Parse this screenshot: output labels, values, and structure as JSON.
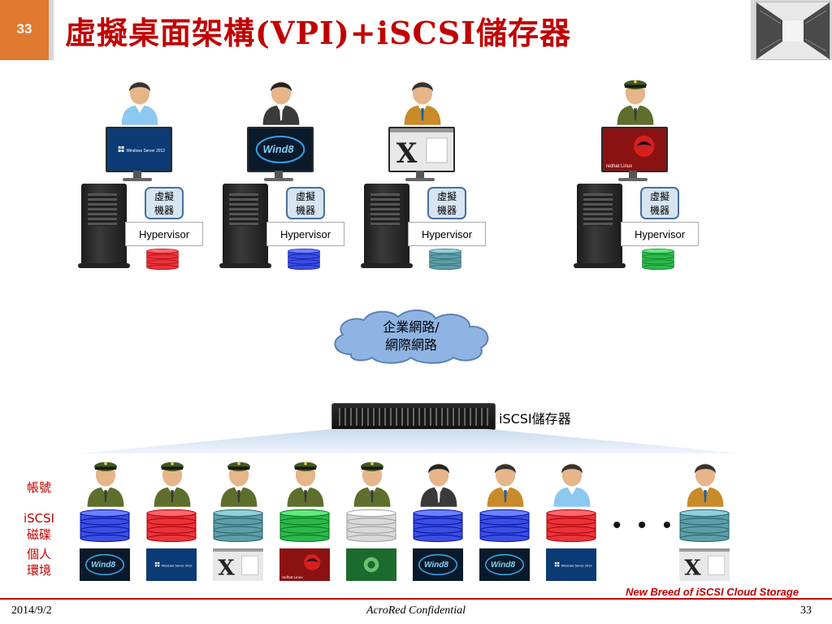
{
  "header": {
    "slide_number": "33",
    "title": "虛擬桌面架構(VPI)+iSCSI儲存器"
  },
  "hosts": [
    {
      "vm_label": "虛擬\n機器",
      "hypervisor_label": "Hypervisor",
      "screen": "windows-server-2012",
      "screen_text": "Windows Server 2012",
      "user": "light-blue-shirt-user",
      "disk_color": "#e8343c"
    },
    {
      "vm_label": "虛擬\n機器",
      "hypervisor_label": "Hypervisor",
      "screen": "windows-8",
      "screen_text": "Wind8",
      "user": "dark-suit-user",
      "disk_color": "#3c4ee0"
    },
    {
      "vm_label": "虛擬\n機器",
      "hypervisor_label": "Hypervisor",
      "screen": "mac-os-x",
      "screen_text": "X",
      "user": "orange-jacket-user",
      "disk_color": "#5f9ea8"
    },
    {
      "vm_label": "虛擬\n機器",
      "hypervisor_label": "Hypervisor",
      "screen": "redhat-linux",
      "screen_text": "redhat Linux",
      "user": "soldier-user",
      "disk_color": "#2fb64f"
    }
  ],
  "network": {
    "label": "企業網路/\n網際網路"
  },
  "storage": {
    "label": "iSCSI儲存器"
  },
  "row_labels": {
    "account": "帳號",
    "iscsi_disk": "iSCSI\n磁碟",
    "personal_env": "個人\n環境"
  },
  "accounts": [
    {
      "user": "soldier-user",
      "disk_color": "#3c4ee0",
      "env": "windows-8",
      "env_text": "Wind8"
    },
    {
      "user": "soldier-user",
      "disk_color": "#e8343c",
      "env": "windows-server-2012",
      "env_text": "Windows Server 2012"
    },
    {
      "user": "soldier-user",
      "disk_color": "#5f9ea8",
      "env": "mac-os-x",
      "env_text": "X"
    },
    {
      "user": "soldier-user",
      "disk_color": "#2fb64f",
      "env": "redhat-linux",
      "env_text": "redhat Linux"
    },
    {
      "user": "soldier-user",
      "disk_color": "#d9d9d9",
      "env": "green-linux",
      "env_text": ""
    },
    {
      "user": "dark-suit-user",
      "disk_color": "#3c4ee0",
      "env": "windows-8",
      "env_text": "Wind8"
    },
    {
      "user": "orange-jacket-user",
      "disk_color": "#3c4ee0",
      "env": "windows-8",
      "env_text": "Wind8"
    },
    {
      "user": "light-blue-shirt-user",
      "disk_color": "#e8343c",
      "env": "windows-server-2012",
      "env_text": "Windows Server 2012"
    },
    {
      "user": "orange-jacket-user",
      "disk_color": "#5f9ea8",
      "env": "mac-os-x",
      "env_text": "X"
    }
  ],
  "ellipsis": "• • •",
  "footer": {
    "tagline": "New Breed of iSCSI Cloud Storage",
    "date": "2014/9/2",
    "confidential": "AcroRed Confidential",
    "page": "33"
  },
  "colors": {
    "title_red": "#c00000",
    "accent_orange": "#e07a30",
    "cloud_blue": "#8fb4e3"
  }
}
